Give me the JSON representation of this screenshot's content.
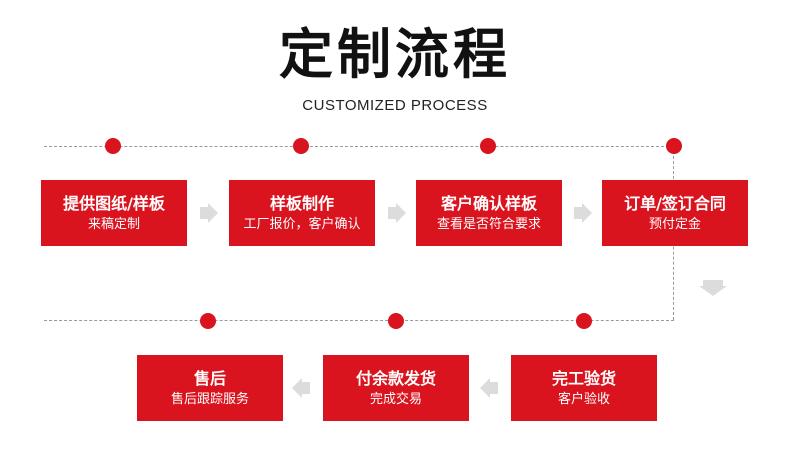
{
  "header": {
    "title": "定制流程",
    "subtitle": "CUSTOMIZED PROCESS"
  },
  "steps_row1": [
    {
      "title": "提供图纸/样板",
      "sub": "来稿定制"
    },
    {
      "title": "样板制作",
      "sub": "工厂报价，客户确认"
    },
    {
      "title": "客户确认样板",
      "sub": "查看是否符合要求"
    },
    {
      "title": "订单/签订合同",
      "sub": "预付定金"
    }
  ],
  "steps_row2": [
    {
      "title": "售后",
      "sub": "售后跟踪服务"
    },
    {
      "title": "付余款发货",
      "sub": "完成交易"
    },
    {
      "title": "完工验货",
      "sub": "客户验收"
    }
  ],
  "colors": {
    "accent": "#d9141e",
    "arrow": "#dcdcdc",
    "dashed_line": "#9a9a9a"
  }
}
